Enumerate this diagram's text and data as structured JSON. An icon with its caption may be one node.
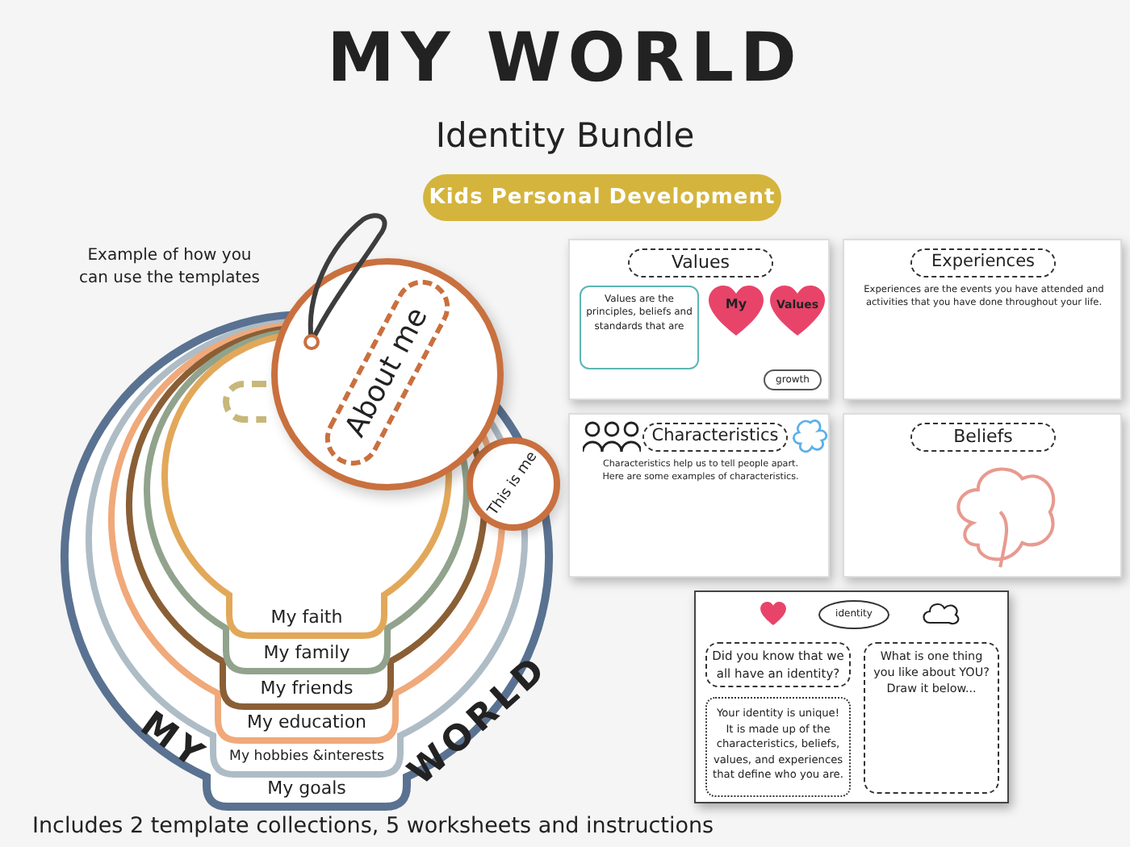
{
  "diagram": {
    "title": "MY WORLD",
    "caption": "Includes 2 template collections, 5 worksheets and instructions",
    "nodes": [
      {
        "text": [
          "Kids Personal Development"
        ]
      },
      {
        "text": [
          "About me"
        ]
      },
      {
        "text": [
          "This is me"
        ]
      },
      {
        "text": [
          "MY",
          "My goals",
          "WORLD"
        ]
      },
      {
        "text": [
          "My hobbies &interests"
        ],
        "in": 3
      },
      {
        "text": [
          "My education"
        ],
        "in": 4
      },
      {
        "text": [
          "My friends"
        ],
        "in": 5
      },
      {
        "text": [
          "My family"
        ],
        "in": 6
      },
      {
        "text": [
          "My faith"
        ],
        "in": 7
      },
      {
        "text": [
          "Experiences",
          "Experiences are the events you have attended and activities that you have done throughout your life."
        ]
      },
      {
        "text": [
          "Values"
        ]
      },
      {
        "text": [
          "Values are the principles, beliefs and standards that are"
        ],
        "in": 10
      },
      {
        "text": [
          "My"
        ],
        "in": 10
      },
      {
        "text": [
          "Values"
        ],
        "in": 10
      },
      {
        "text": [
          "growth"
        ],
        "in": 10
      },
      {
        "text": [
          "Beliefs"
        ]
      },
      {
        "text": [
          "Characteristics",
          "Characteristics help us to tell people apart. Here are some examples of characteristics."
        ]
      },
      {
        "text": [],
        "shape": "box"
      },
      {
        "text": [
          "identity"
        ],
        "in": 17
      },
      {
        "text": [
          "Did you know that we all have an identity?"
        ],
        "in": 17
      },
      {
        "text": [
          "What is one thing you like about YOU? Draw it below..."
        ],
        "in": 17
      },
      {
        "text": [
          "Your identity is unique! It is made up of the characteristics, beliefs, values, and experiences that define who you are."
        ],
        "in": 17
      }
    ],
    "labels": [
      "Identity Bundle",
      "Example of how you can use the templates"
    ]
  }
}
